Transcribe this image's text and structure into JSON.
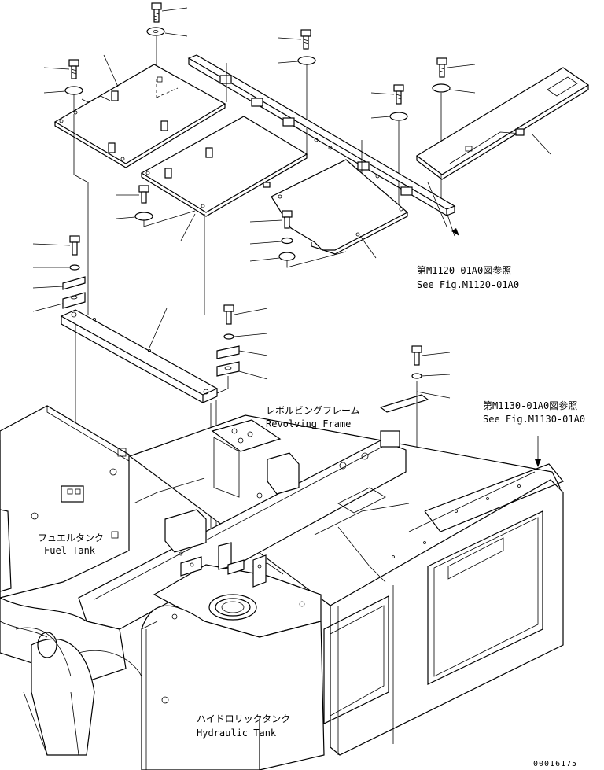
{
  "refs": {
    "m1120_jp": "第M1120-01A0図参照",
    "m1120_en": "See Fig.M1120-01A0",
    "m1130_jp": "第M1130-01A0図参照",
    "m1130_en": "See Fig.M1130-01A0"
  },
  "labels": {
    "revolving_frame_jp": "レボルビングフレーム",
    "revolving_frame_en": "Revolving Frame",
    "fuel_tank_jp": "フュエルタンク",
    "fuel_tank_en": "Fuel Tank",
    "hydraulic_tank_jp": "ハイドロリックタンク",
    "hydraulic_tank_en": "Hydraulic Tank"
  },
  "drawing_number": "00016175"
}
